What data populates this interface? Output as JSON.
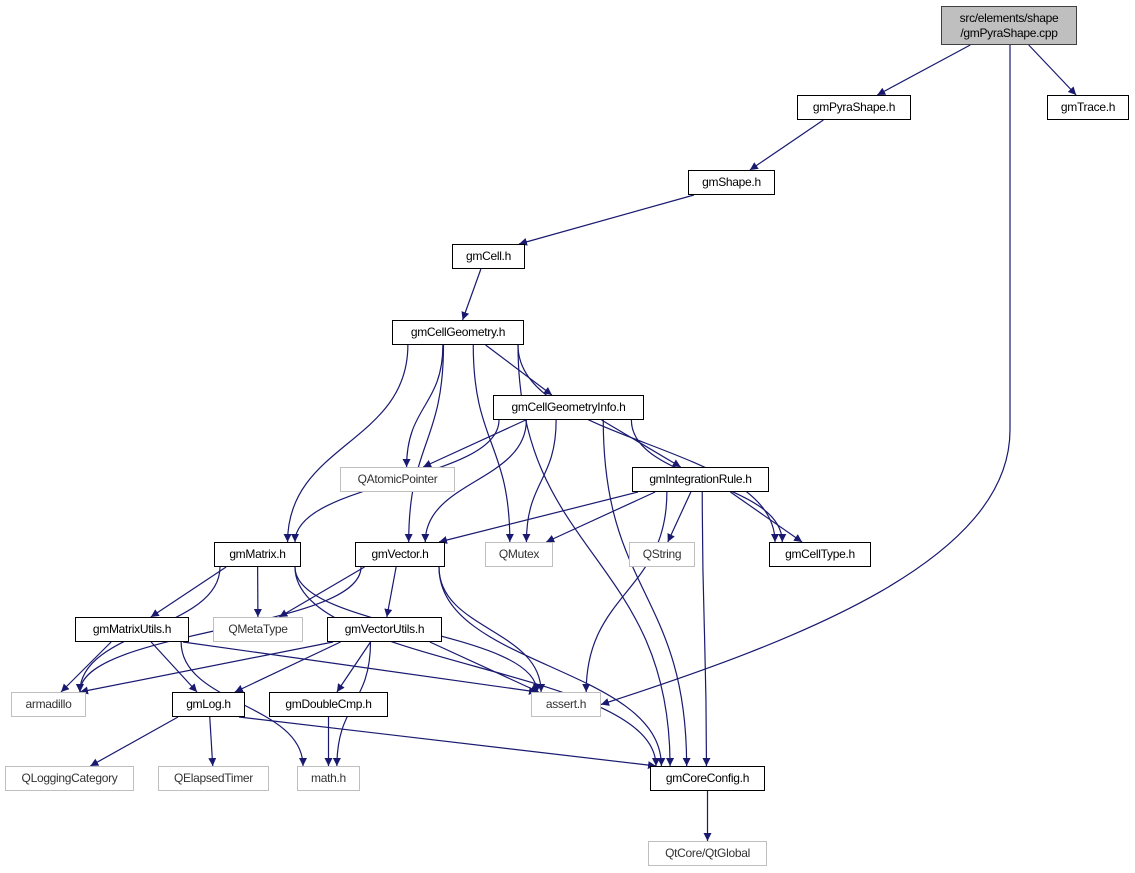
{
  "colors": {
    "edge": "#191970",
    "root_fill": "#bfbfbf",
    "external_border": "#bfbfbf"
  },
  "nodes": {
    "root": {
      "label": "src/elements/shape\n/gmPyraShape.cpp",
      "kind": "root"
    },
    "gmPyraShape": {
      "label": "gmPyraShape.h",
      "kind": "int"
    },
    "gmTrace": {
      "label": "gmTrace.h",
      "kind": "int"
    },
    "gmShape": {
      "label": "gmShape.h",
      "kind": "int"
    },
    "gmCell": {
      "label": "gmCell.h",
      "kind": "int"
    },
    "gmCellGeometry": {
      "label": "gmCellGeometry.h",
      "kind": "int"
    },
    "gmCellGeometryInfo": {
      "label": "gmCellGeometryInfo.h",
      "kind": "int"
    },
    "QAtomicPointer": {
      "label": "QAtomicPointer",
      "kind": "ext"
    },
    "gmIntegrationRule": {
      "label": "gmIntegrationRule.h",
      "kind": "int"
    },
    "gmMatrix": {
      "label": "gmMatrix.h",
      "kind": "int"
    },
    "gmVector": {
      "label": "gmVector.h",
      "kind": "int"
    },
    "QMutex": {
      "label": "QMutex",
      "kind": "ext"
    },
    "QString": {
      "label": "QString",
      "kind": "ext"
    },
    "gmCellType": {
      "label": "gmCellType.h",
      "kind": "int"
    },
    "gmMatrixUtils": {
      "label": "gmMatrixUtils.h",
      "kind": "int"
    },
    "QMetaType": {
      "label": "QMetaType",
      "kind": "ext"
    },
    "gmVectorUtils": {
      "label": "gmVectorUtils.h",
      "kind": "int"
    },
    "armadillo": {
      "label": "armadillo",
      "kind": "ext"
    },
    "gmLog": {
      "label": "gmLog.h",
      "kind": "int"
    },
    "gmDoubleCmp": {
      "label": "gmDoubleCmp.h",
      "kind": "int"
    },
    "assert": {
      "label": "assert.h",
      "kind": "ext"
    },
    "QLoggingCategory": {
      "label": "QLoggingCategory",
      "kind": "ext"
    },
    "QElapsedTimer": {
      "label": "QElapsedTimer",
      "kind": "ext"
    },
    "math": {
      "label": "math.h",
      "kind": "ext"
    },
    "gmCoreConfig": {
      "label": "gmCoreConfig.h",
      "kind": "int"
    },
    "QtGlobal": {
      "label": "QtCore/QtGlobal",
      "kind": "ext"
    }
  },
  "edges": [
    [
      "root",
      "gmPyraShape"
    ],
    [
      "root",
      "gmTrace"
    ],
    [
      "root",
      "assert"
    ],
    [
      "gmPyraShape",
      "gmShape"
    ],
    [
      "gmShape",
      "gmCell"
    ],
    [
      "gmCell",
      "gmCellGeometry"
    ],
    [
      "gmCellGeometry",
      "gmMatrix"
    ],
    [
      "gmCellGeometry",
      "gmVector"
    ],
    [
      "gmCellGeometry",
      "QMutex"
    ],
    [
      "gmCellGeometry",
      "QAtomicPointer"
    ],
    [
      "gmCellGeometry",
      "gmCellGeometryInfo"
    ],
    [
      "gmCellGeometry",
      "gmCellType"
    ],
    [
      "gmCellGeometry",
      "gmCoreConfig"
    ],
    [
      "gmCellGeometryInfo",
      "QAtomicPointer"
    ],
    [
      "gmCellGeometryInfo",
      "gmIntegrationRule"
    ],
    [
      "gmCellGeometryInfo",
      "gmMatrix"
    ],
    [
      "gmCellGeometryInfo",
      "gmVector"
    ],
    [
      "gmCellGeometryInfo",
      "QMutex"
    ],
    [
      "gmCellGeometryInfo",
      "gmCellType"
    ],
    [
      "gmCellGeometryInfo",
      "gmCoreConfig"
    ],
    [
      "gmIntegrationRule",
      "gmVector"
    ],
    [
      "gmIntegrationRule",
      "QMutex"
    ],
    [
      "gmIntegrationRule",
      "QString"
    ],
    [
      "gmIntegrationRule",
      "gmCellType"
    ],
    [
      "gmIntegrationRule",
      "assert"
    ],
    [
      "gmIntegrationRule",
      "gmCoreConfig"
    ],
    [
      "gmMatrix",
      "armadillo"
    ],
    [
      "gmMatrix",
      "gmMatrixUtils"
    ],
    [
      "gmMatrix",
      "QMetaType"
    ],
    [
      "gmMatrix",
      "assert"
    ],
    [
      "gmMatrix",
      "gmCoreConfig"
    ],
    [
      "gmVector",
      "armadillo"
    ],
    [
      "gmVector",
      "QMetaType"
    ],
    [
      "gmVector",
      "gmVectorUtils"
    ],
    [
      "gmVector",
      "assert"
    ],
    [
      "gmVector",
      "gmCoreConfig"
    ],
    [
      "gmMatrixUtils",
      "armadillo"
    ],
    [
      "gmMatrixUtils",
      "gmLog"
    ],
    [
      "gmMatrixUtils",
      "math"
    ],
    [
      "gmMatrixUtils",
      "assert"
    ],
    [
      "gmVectorUtils",
      "armadillo"
    ],
    [
      "gmVectorUtils",
      "gmLog"
    ],
    [
      "gmVectorUtils",
      "gmDoubleCmp"
    ],
    [
      "gmVectorUtils",
      "math"
    ],
    [
      "gmVectorUtils",
      "assert"
    ],
    [
      "gmLog",
      "QLoggingCategory"
    ],
    [
      "gmLog",
      "QElapsedTimer"
    ],
    [
      "gmLog",
      "gmCoreConfig"
    ],
    [
      "gmDoubleCmp",
      "math"
    ],
    [
      "gmCoreConfig",
      "QtGlobal"
    ]
  ]
}
